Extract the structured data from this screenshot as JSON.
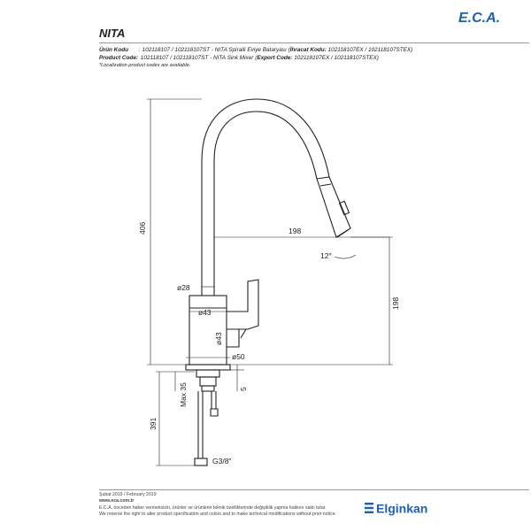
{
  "header": {
    "logo_text": "E.C.A.",
    "title": "NITA"
  },
  "info": {
    "line1_label": "Ürün Kodu",
    "line1_text": ": 102118107 / 102118107ST - NITA Spiralli Eviye Bataryası (",
    "line1_bold": "İhracat Kodu:",
    "line1_end": " 102118107EX / 102118107STEX)",
    "line2_label": "Product Code:",
    "line2_text": " 102118107 / 102118107ST - NITA Sink Mixer (",
    "line2_bold": "Export Code:",
    "line2_end": " 102118107EX / 102118107STEX)",
    "note": "*Localization product codes are available."
  },
  "dims": {
    "height_total": "406",
    "reach": "198",
    "angle": "12°",
    "spout_height": "198",
    "d28": "ø28",
    "d43a": "ø43",
    "d43b": "ø43",
    "d50": "ø50",
    "five": "5",
    "max35": "Max 35",
    "hose": "391",
    "thread": "G3/8\""
  },
  "footer": {
    "date": "Şubat 2019 / February 2019",
    "web": "www.eca.com.tr",
    "tr_notice": "E.C.A. önceden haber vermeksizin, ürünler ve ürünlerin teknik özelliklerinde değişiklik yapma hakkını saklı tutar.",
    "en_notice": "We reserve the right to alter product specification and colors and to make technical modifications without prior notice.",
    "brand": "Elginkan"
  },
  "colors": {
    "eca_blue": "#1f5fb0",
    "brand_blue": "#1f5fb0"
  }
}
